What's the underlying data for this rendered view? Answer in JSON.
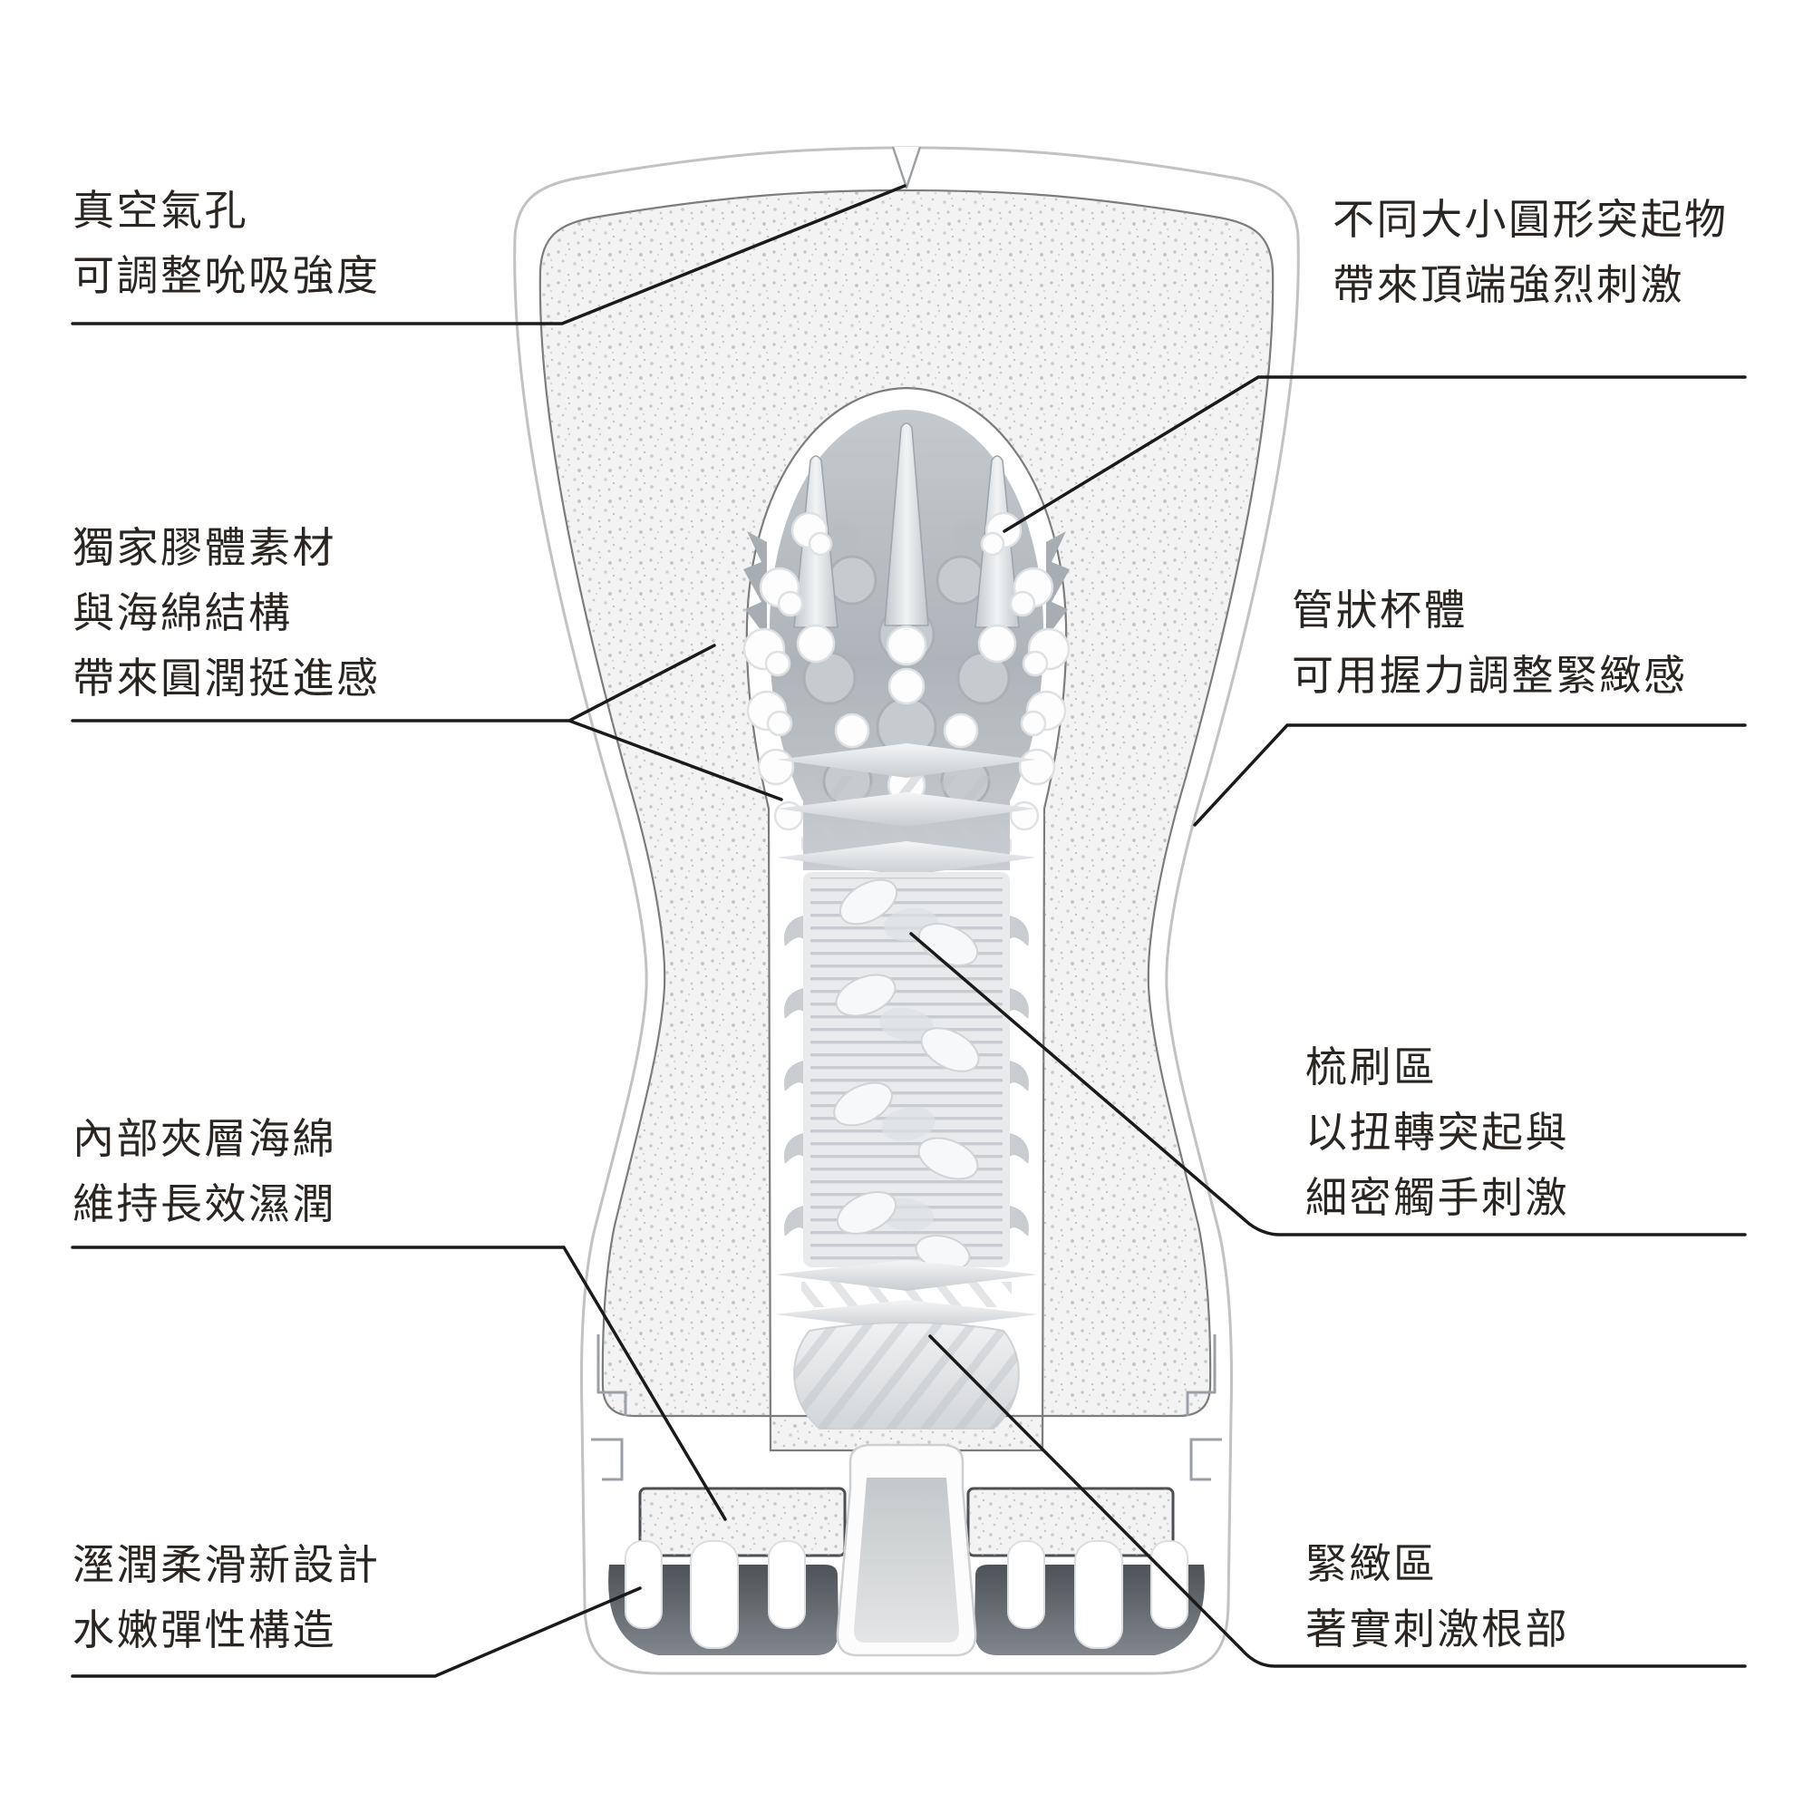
{
  "page": {
    "background": "#ffffff",
    "description_visible_text_only": true
  },
  "colors": {
    "label_text": "#2a2520",
    "leader_line": "#1a1a1a",
    "shell_outline": "#c2c2c2",
    "sponge_outline": "#7c7c7c",
    "sponge_fill": "#f3f3f3",
    "speckle": "#9aa0a4",
    "sleeve_mid_gray": "#c6cbcf",
    "chamber_dark": "#4e5358"
  },
  "labels": {
    "vacuum_hole": {
      "lines": [
        "真空氣孔",
        "可調整吮吸強度"
      ]
    },
    "head_protrusions": {
      "lines": [
        "不同大小圓形突起物",
        "帶來頂端強烈刺激"
      ]
    },
    "gel_material": {
      "lines": [
        "獨家膠體素材",
        "與海綿結構",
        "帶來圓潤挺進感"
      ]
    },
    "tube_body": {
      "lines": [
        "管狀杯體",
        "可用握力調整緊緻感"
      ]
    },
    "inner_sponge": {
      "lines": [
        "內部夾層海綿",
        "維持長效濕潤"
      ]
    },
    "brush_zone": {
      "lines": [
        "梳刷區",
        "以扭轉突起與",
        "細密觸手刺激"
      ]
    },
    "moist_design": {
      "lines": [
        "溼潤柔滑新設計",
        "水嫩彈性構造"
      ]
    },
    "tight_zone": {
      "lines": [
        "緊緻區",
        "著實刺激根部"
      ]
    }
  }
}
